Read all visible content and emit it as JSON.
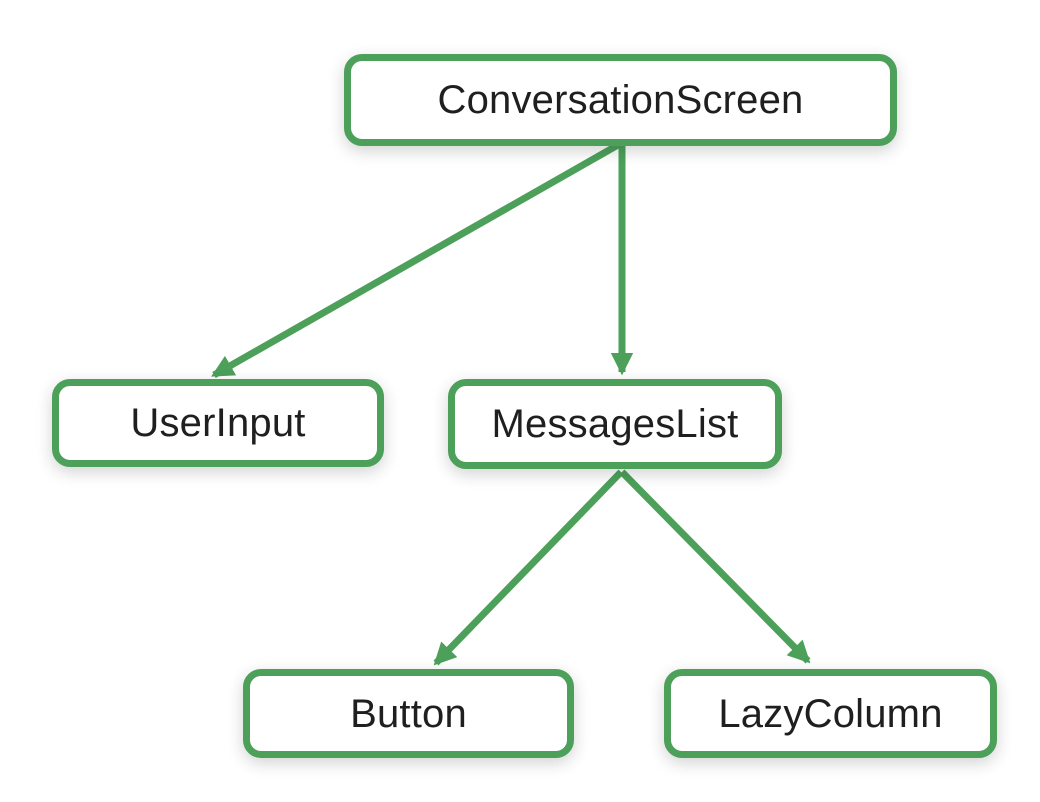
{
  "diagram": {
    "type": "tree",
    "nodes": [
      {
        "id": "conversation-screen",
        "label": "ConversationScreen"
      },
      {
        "id": "user-input",
        "label": "UserInput"
      },
      {
        "id": "messages-list",
        "label": "MessagesList"
      },
      {
        "id": "button",
        "label": "Button"
      },
      {
        "id": "lazy-column",
        "label": "LazyColumn"
      }
    ],
    "edges": [
      {
        "from": "ConversationScreen",
        "to": "UserInput"
      },
      {
        "from": "ConversationScreen",
        "to": "MessagesList"
      },
      {
        "from": "MessagesList",
        "to": "Button"
      },
      {
        "from": "MessagesList",
        "to": "LazyColumn"
      }
    ],
    "colors": {
      "node_border": "#4CA05A",
      "edge_stroke": "#4CA05A",
      "node_fill": "#FFFFFF",
      "label_text": "#1F1F1F",
      "background": "#FFFFFF"
    }
  }
}
